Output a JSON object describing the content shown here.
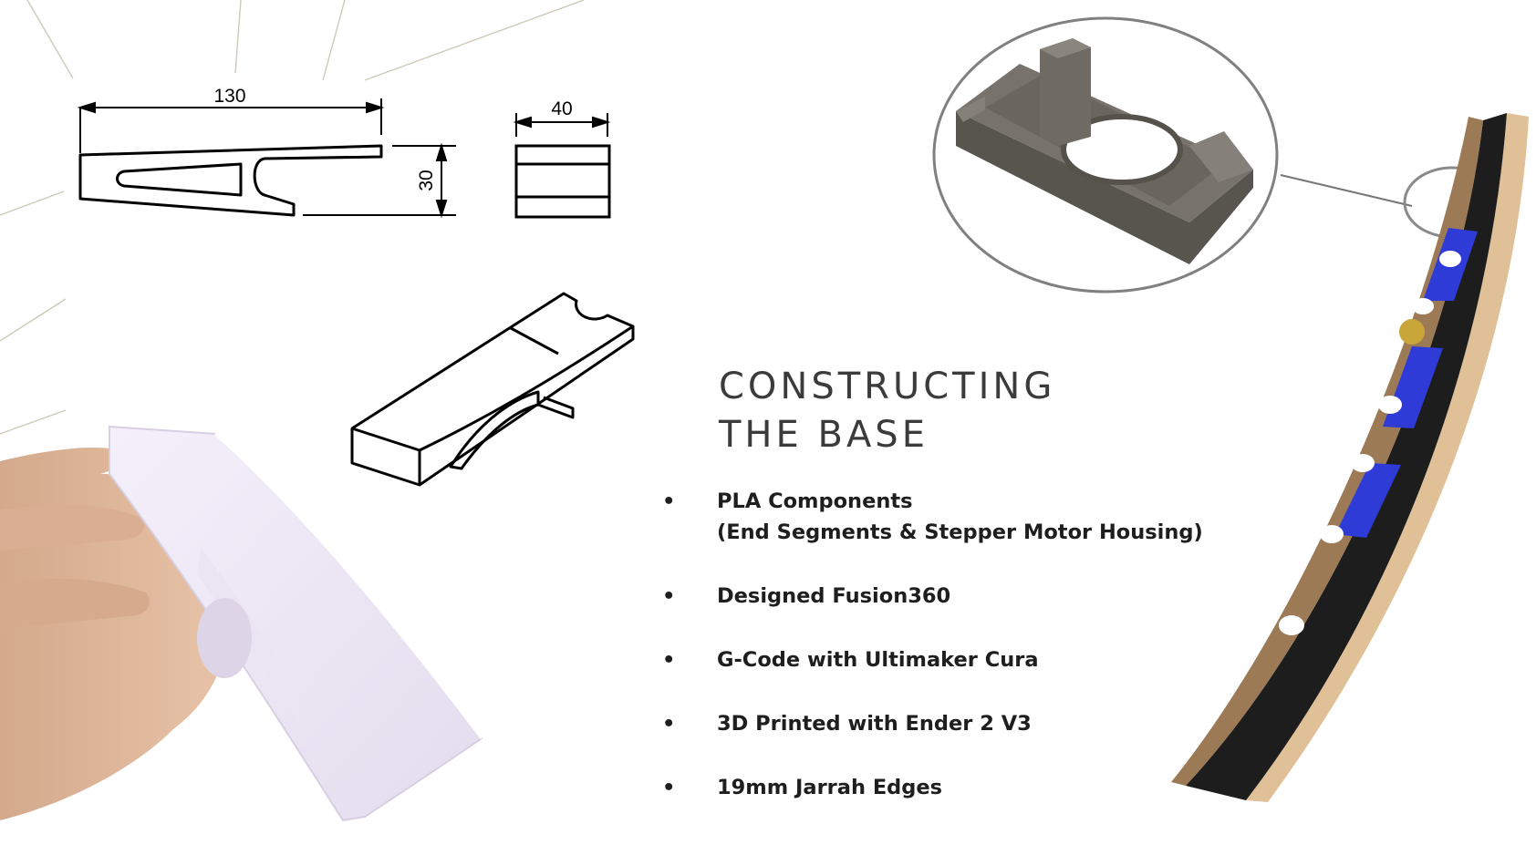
{
  "title": {
    "line1": "CONSTRUCTING",
    "line2": "THE BASE"
  },
  "bullets": [
    {
      "line1": "PLA Components",
      "line2": "(End Segments & Stepper Motor Housing)"
    },
    {
      "line1": "Designed Fusion360"
    },
    {
      "line1": "G-Code with Ultimaker Cura"
    },
    {
      "line1": "3D Printed with Ender 2 V3"
    },
    {
      "line1": "19mm Jarrah Edges"
    }
  ],
  "bullet_symbol": "•",
  "drawing": {
    "dim_length": "130",
    "dim_height": "30",
    "dim_width": "40"
  },
  "colors": {
    "title": "#3b3b3b",
    "text": "#1e1e1e",
    "rays": "#c9c3b0",
    "housing": "#6e6a63",
    "jarrah": "#d6b48a",
    "segments_blue": "#2f3bd6",
    "segments_black": "#1b1b1b"
  }
}
